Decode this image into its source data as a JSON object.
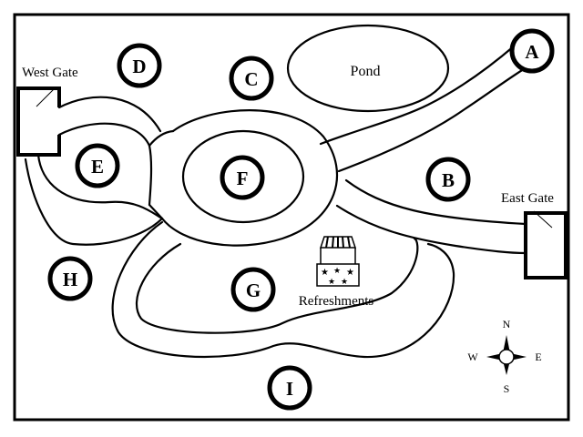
{
  "map": {
    "landmarks": {
      "pond": "Pond",
      "west_gate": "West Gate",
      "east_gate": "East Gate",
      "refreshments": "Refreshments"
    },
    "locations": [
      "A",
      "B",
      "C",
      "D",
      "E",
      "F",
      "G",
      "H",
      "I"
    ],
    "compass": {
      "north": "N",
      "south": "S",
      "east": "E",
      "west": "W"
    }
  }
}
